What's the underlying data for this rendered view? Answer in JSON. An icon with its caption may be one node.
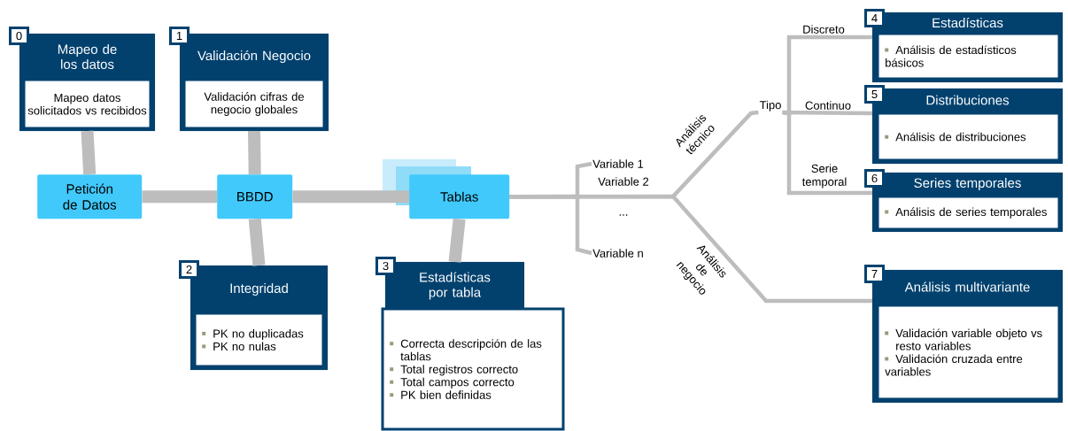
{
  "diagram": {
    "nodes": [
      {
        "text": [
          "0",
          "Mapeo de los datos",
          "Mapeo datos solicitados vs recibidos"
        ]
      },
      {
        "text": [
          "1",
          "Validación Negocio",
          "Validación cifras de negocio globales"
        ]
      },
      {
        "text": [
          "Petición de Datos"
        ]
      },
      {
        "text": [
          "BBDD"
        ]
      },
      {
        "text": [
          "Tablas"
        ]
      },
      {
        "text": [
          "2",
          "Integridad",
          "PK no duplicadas",
          "PK no nulas"
        ]
      },
      {
        "text": [
          "3",
          "Estadísticas por tabla",
          "Correcta descripción de las tablas",
          "Total registros correcto",
          "Total campos correcto",
          "PK bien definidas"
        ]
      },
      {
        "text": [
          "Variable 1"
        ]
      },
      {
        "text": [
          "Variable n"
        ]
      },
      {
        "text": [
          "Tipo"
        ]
      },
      {
        "text": [
          "4",
          "Estadísticas",
          "Análisis de estadísticos básicos"
        ]
      },
      {
        "text": [
          "5",
          "Distribuciones",
          "Análisis de distribuciones"
        ]
      },
      {
        "text": [
          "6",
          "Series temporales",
          "Análisis de series temporales"
        ]
      },
      {
        "text": [
          "7",
          "Análisis multivariante",
          "Validación variable objeto vs resto variables",
          "Validación cruzada entre variables"
        ]
      }
    ],
    "edges": [
      {
        "from": 2,
        "to": 0,
        "arrow": "none",
        "style": "thick"
      },
      {
        "from": 2,
        "to": 3,
        "arrow": "none",
        "style": "thick"
      },
      {
        "from": 3,
        "to": 1,
        "arrow": "none",
        "style": "thick"
      },
      {
        "from": 3,
        "to": 5,
        "arrow": "none",
        "style": "thick"
      },
      {
        "from": 3,
        "to": 4,
        "arrow": "none",
        "style": "thick"
      },
      {
        "from": 4,
        "to": 6,
        "arrow": "none",
        "style": "thick"
      },
      {
        "from": 4,
        "to": 7,
        "arrow": "none"
      },
      {
        "from": 4,
        "to": 8,
        "arrow": "none"
      },
      {
        "from": 4,
        "to": 9,
        "arrow": "none",
        "label": "Análisis técnico"
      },
      {
        "from": 4,
        "to": 13,
        "arrow": "none",
        "label": "Análisis de negocio"
      },
      {
        "from": 9,
        "to": 10,
        "arrow": "none",
        "label": "Discreto"
      },
      {
        "from": 9,
        "to": 11,
        "arrow": "none",
        "label": "Continuo"
      },
      {
        "from": 9,
        "to": 12,
        "arrow": "none",
        "label": "Serie temporal"
      }
    ],
    "labels": [
      "Variable 2",
      "..."
    ]
  }
}
